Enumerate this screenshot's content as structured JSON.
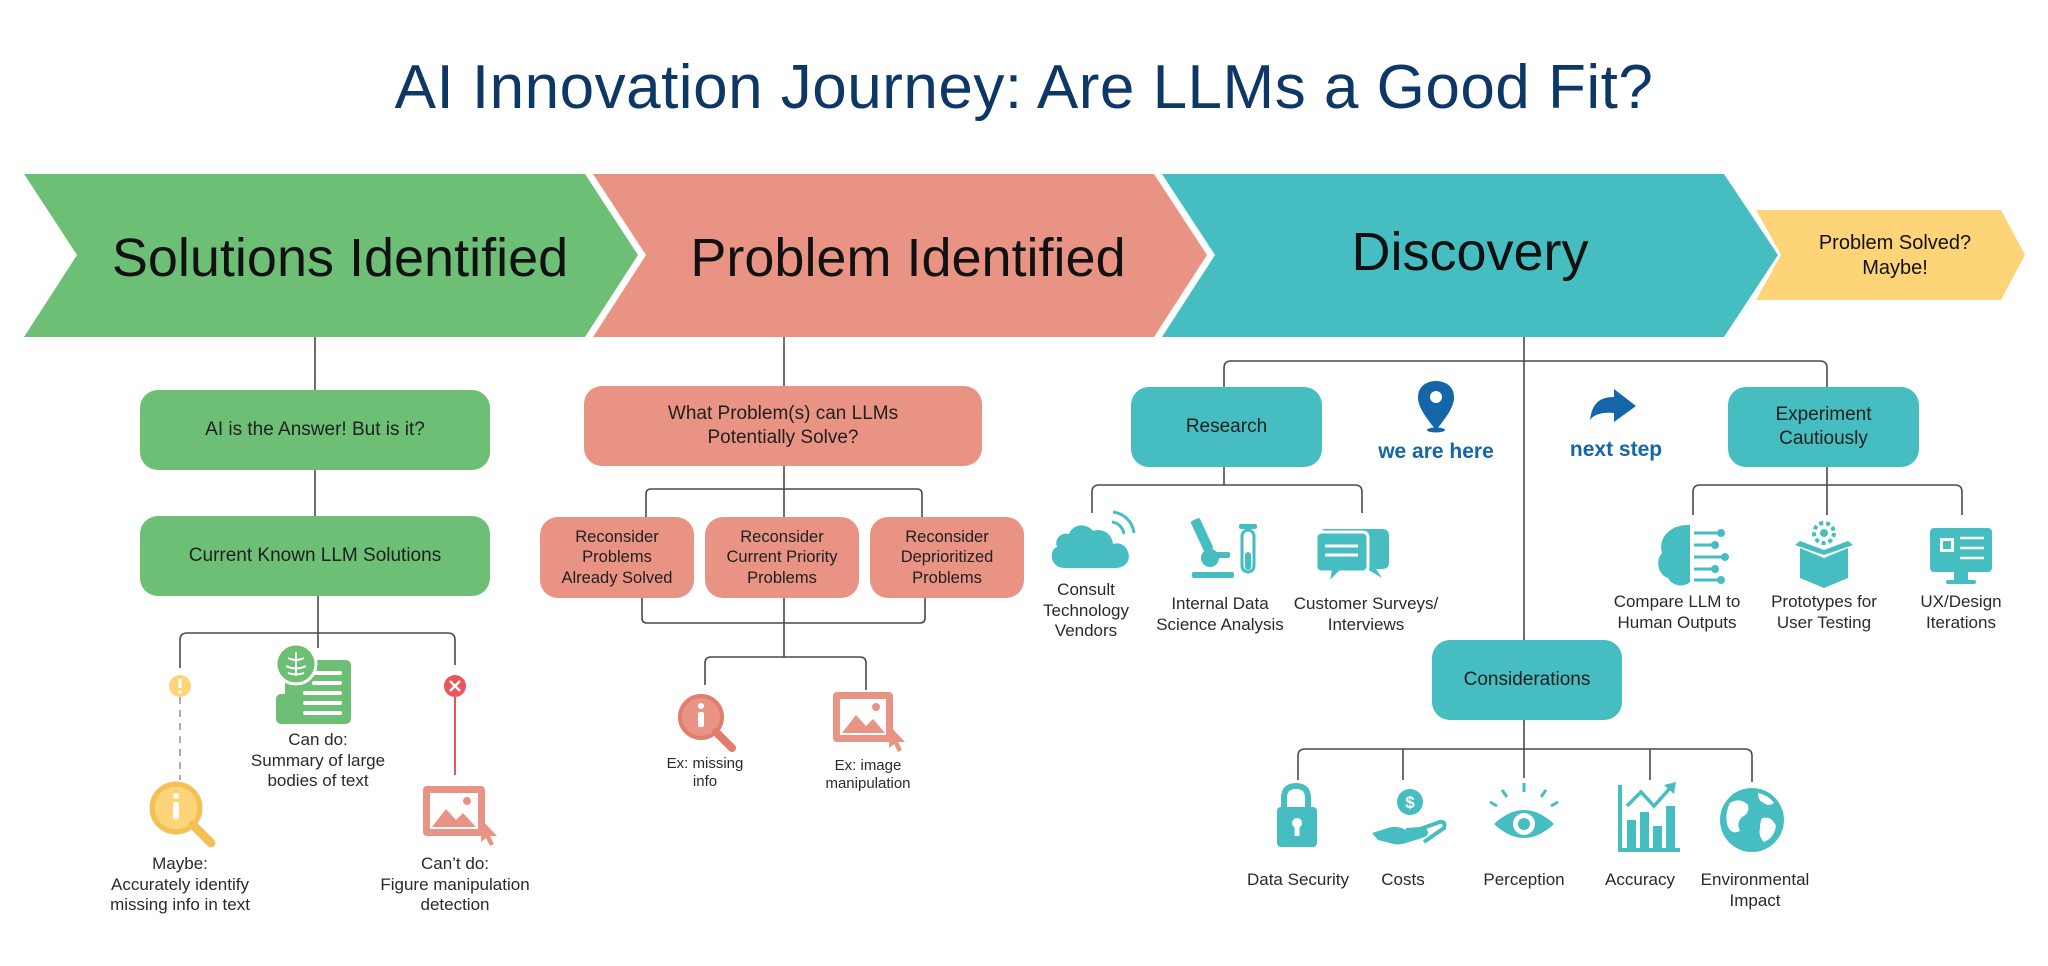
{
  "title": "AI Innovation Journey: Are LLMs a Good Fit?",
  "stages": {
    "solutions": "Solutions Identified",
    "problem": "Problem Identified",
    "discovery": "Discovery",
    "solved_line1": "Problem Solved?",
    "solved_line2": "Maybe!"
  },
  "solutions": {
    "box1": "AI is the Answer! But is it?",
    "box2": "Current Known LLM Solutions",
    "can_do_line1": "Can do:",
    "can_do_line2": "Summary of large",
    "can_do_line3": "bodies of text",
    "maybe_line1": "Maybe:",
    "maybe_line2": "Accurately identify",
    "maybe_line3": "missing info in text",
    "cant_line1": "Can’t do:",
    "cant_line2": "Figure manipulation",
    "cant_line3": "detection"
  },
  "problem": {
    "main_line1": "What Problem(s) can LLMs",
    "main_line2": "Potentially Solve?",
    "sub1": [
      "Reconsider",
      "Problems",
      "Already Solved"
    ],
    "sub2": [
      "Reconsider",
      "Current Priority",
      "Problems"
    ],
    "sub3": [
      "Reconsider",
      "Deprioritized",
      "Problems"
    ],
    "ex1_line1": "Ex: missing",
    "ex1_line2": "info",
    "ex2_line1": "Ex: image",
    "ex2_line2": "manipulation"
  },
  "discovery": {
    "research": "Research",
    "we_are_here": "we are here",
    "next_step": "next step",
    "experiment_line1": "Experiment",
    "experiment_line2": "Cautiously",
    "consult": [
      "Consult",
      "Technology",
      "Vendors"
    ],
    "internal": [
      "Internal Data",
      "Science Analysis"
    ],
    "surveys": [
      "Customer Surveys/",
      "Interviews"
    ],
    "compare": [
      "Compare LLM to",
      "Human Outputs"
    ],
    "prototypes": [
      "Prototypes for",
      "User Testing"
    ],
    "ux": [
      "UX/Design",
      "Iterations"
    ],
    "considerations": "Considerations",
    "data_security": "Data Security",
    "costs": "Costs",
    "perception": "Perception",
    "accuracy": "Accuracy",
    "env_line1": "Environmental",
    "env_line2": "Impact"
  },
  "colors": {
    "green": "#6ebf76",
    "salmon": "#e99384",
    "teal": "#46bec1",
    "yellow": "#fdd477",
    "navy": "#0d3766",
    "blue": "#1565a9",
    "red": "#e8565a"
  },
  "icons": [
    "alert-icon",
    "document-brain-icon",
    "error-icon",
    "info-magnifier-icon",
    "image-cursor-icon",
    "location-pin-icon",
    "arrow-right-icon",
    "cloud-icon",
    "microscope-icon",
    "chat-bubbles-icon",
    "brain-circuit-icon",
    "gear-box-icon",
    "monitor-settings-icon",
    "padlock-icon",
    "hand-coin-icon",
    "eye-icon",
    "bar-chart-icon",
    "globe-icon"
  ]
}
